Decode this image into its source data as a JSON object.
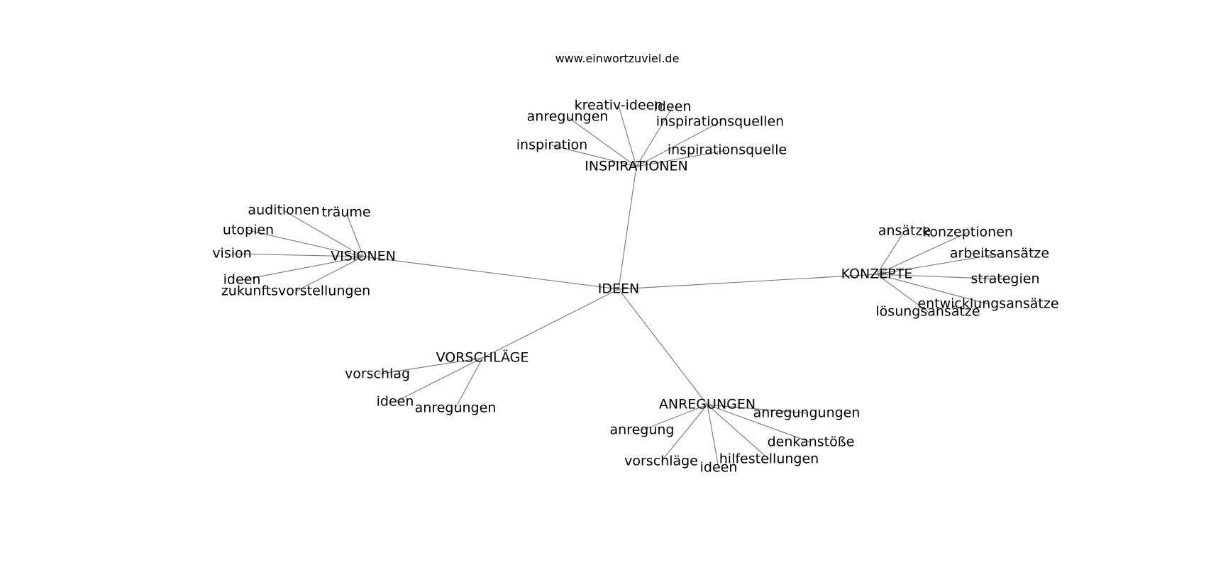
{
  "source": "www.einwortzuviel.de",
  "root": "IDEEN",
  "groups": [
    {
      "id": "inspirationen",
      "label": "INSPIRATIONEN",
      "words": [
        "kreativ-ideen",
        "ideen",
        "anregungen",
        "inspirationsquellen",
        "inspiration",
        "inspirationsquelle"
      ]
    },
    {
      "id": "visionen",
      "label": "VISIONEN",
      "words": [
        "auditionen",
        "träume",
        "utopien",
        "vision",
        "ideen",
        "zukunftsvorstellungen"
      ]
    },
    {
      "id": "konzepte",
      "label": "KONZEPTE",
      "words": [
        "ansätze",
        "konzeptionen",
        "arbeitsansätze",
        "strategien",
        "entwicklungsansätze",
        "lösungsansätze"
      ]
    },
    {
      "id": "vorschlaege",
      "label": "VORSCHLÄGE",
      "words": [
        "vorschlag",
        "ideen",
        "anregungen"
      ]
    },
    {
      "id": "anregungen",
      "label": "ANREGUNGEN",
      "words": [
        "anregungungen",
        "anregung",
        "denkanstöße",
        "hilfestellungen",
        "vorschläge",
        "ideen"
      ]
    }
  ]
}
